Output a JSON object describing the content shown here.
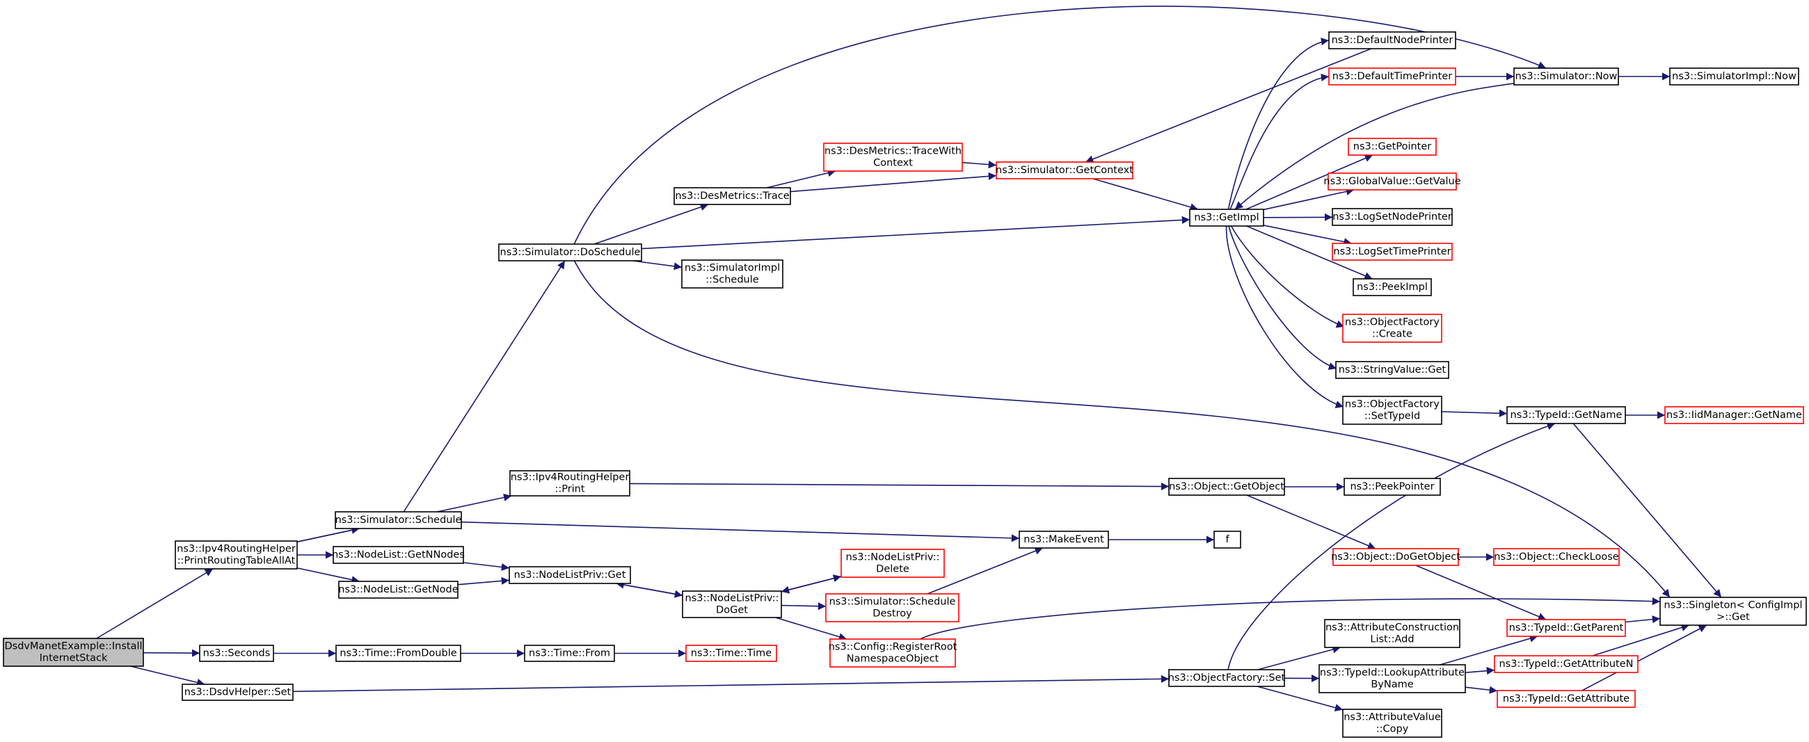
{
  "colors": {
    "edge": "#191970",
    "border_normal": "#000000",
    "border_red": "#ff0000",
    "fill_normal": "#ffffff",
    "fill_root": "#bfbfbf"
  },
  "nodes": [
    {
      "id": "root",
      "lines": [
        "DsdvManetExample::Install",
        "InternetStack"
      ],
      "style": "root"
    },
    {
      "id": "printRoutingTableAllAt",
      "lines": [
        "ns3::Ipv4RoutingHelper",
        "::PrintRoutingTableAllAt"
      ],
      "style": "normal"
    },
    {
      "id": "seconds",
      "lines": [
        "ns3::Seconds"
      ],
      "style": "normal"
    },
    {
      "id": "dsdvHelperSet",
      "lines": [
        "ns3::DsdvHelper::Set"
      ],
      "style": "normal"
    },
    {
      "id": "ipv4RoutingHelperPrint",
      "lines": [
        "ns3::Ipv4RoutingHelper",
        "::Print"
      ],
      "style": "normal"
    },
    {
      "id": "simulatorSchedule",
      "lines": [
        "ns3::Simulator::Schedule"
      ],
      "style": "normal"
    },
    {
      "id": "nodeListGetNNodes",
      "lines": [
        "ns3::NodeList::GetNNodes"
      ],
      "style": "normal"
    },
    {
      "id": "nodeListGetNode",
      "lines": [
        "ns3::NodeList::GetNode"
      ],
      "style": "normal"
    },
    {
      "id": "timeFromDouble",
      "lines": [
        "ns3::Time::FromDouble"
      ],
      "style": "normal"
    },
    {
      "id": "simulatorDoSchedule",
      "lines": [
        "ns3::Simulator::DoSchedule"
      ],
      "style": "normal"
    },
    {
      "id": "nodeListPrivGet",
      "lines": [
        "ns3::NodeListPriv::Get"
      ],
      "style": "normal"
    },
    {
      "id": "timeFrom",
      "lines": [
        "ns3::Time::From"
      ],
      "style": "normal"
    },
    {
      "id": "desMetricsTrace",
      "lines": [
        "ns3::DesMetrics::Trace"
      ],
      "style": "normal"
    },
    {
      "id": "simulatorImplSchedule",
      "lines": [
        "ns3::SimulatorImpl",
        "::Schedule"
      ],
      "style": "normal"
    },
    {
      "id": "nodeListPrivDoGet",
      "lines": [
        "ns3::NodeListPriv::",
        "DoGet"
      ],
      "style": "normal"
    },
    {
      "id": "timeTime",
      "lines": [
        "ns3::Time::Time"
      ],
      "style": "red"
    },
    {
      "id": "desMetricsTraceWithContext",
      "lines": [
        "ns3::DesMetrics::TraceWith",
        "Context"
      ],
      "style": "red"
    },
    {
      "id": "nodeListPrivDelete",
      "lines": [
        "ns3::NodeListPriv::",
        "Delete"
      ],
      "style": "red"
    },
    {
      "id": "simulatorScheduleDestroy",
      "lines": [
        "ns3::Simulator::Schedule",
        "Destroy"
      ],
      "style": "red"
    },
    {
      "id": "configRegisterRootNamespaceObject",
      "lines": [
        "ns3::Config::RegisterRoot",
        "NamespaceObject"
      ],
      "style": "red"
    },
    {
      "id": "simulatorGetContext",
      "lines": [
        "ns3::Simulator::GetContext"
      ],
      "style": "red"
    },
    {
      "id": "makeEvent",
      "lines": [
        "ns3::MakeEvent"
      ],
      "style": "normal"
    },
    {
      "id": "getImpl",
      "lines": [
        "ns3::GetImpl"
      ],
      "style": "normal"
    },
    {
      "id": "objectGetObject",
      "lines": [
        "ns3::Object::GetObject"
      ],
      "style": "normal"
    },
    {
      "id": "f",
      "lines": [
        "f"
      ],
      "style": "normal"
    },
    {
      "id": "objectDoGetObject",
      "lines": [
        "ns3::Object::DoGetObject"
      ],
      "style": "red"
    },
    {
      "id": "objectFactorySet",
      "lines": [
        "ns3::ObjectFactory::Set"
      ],
      "style": "normal"
    },
    {
      "id": "defaultNodePrinter",
      "lines": [
        "ns3::DefaultNodePrinter"
      ],
      "style": "normal"
    },
    {
      "id": "defaultTimePrinter",
      "lines": [
        "ns3::DefaultTimePrinter"
      ],
      "style": "red"
    },
    {
      "id": "getPointer",
      "lines": [
        "ns3::GetPointer"
      ],
      "style": "red"
    },
    {
      "id": "globalValueGetValue",
      "lines": [
        "ns3::GlobalValue::GetValue"
      ],
      "style": "red"
    },
    {
      "id": "logSetNodePrinter",
      "lines": [
        "ns3::LogSetNodePrinter"
      ],
      "style": "normal"
    },
    {
      "id": "logSetTimePrinter",
      "lines": [
        "ns3::LogSetTimePrinter"
      ],
      "style": "red"
    },
    {
      "id": "peekImpl",
      "lines": [
        "ns3::PeekImpl"
      ],
      "style": "normal"
    },
    {
      "id": "objectFactoryCreate",
      "lines": [
        "ns3::ObjectFactory",
        "::Create"
      ],
      "style": "red"
    },
    {
      "id": "stringValueGet",
      "lines": [
        "ns3::StringValue::Get"
      ],
      "style": "normal"
    },
    {
      "id": "objectFactorySetTypeId",
      "lines": [
        "ns3::ObjectFactory",
        "::SetTypeId"
      ],
      "style": "normal"
    },
    {
      "id": "peekPointer",
      "lines": [
        "ns3::PeekPointer"
      ],
      "style": "normal"
    },
    {
      "id": "objectCheckLoose",
      "lines": [
        "ns3::Object::CheckLoose"
      ],
      "style": "red"
    },
    {
      "id": "attributeConstructionListAdd",
      "lines": [
        "ns3::AttributeConstruction",
        "List::Add"
      ],
      "style": "normal"
    },
    {
      "id": "typeIdLookupAttributeByName",
      "lines": [
        "ns3::TypeId::LookupAttribute",
        "ByName"
      ],
      "style": "normal"
    },
    {
      "id": "attributeValueCopy",
      "lines": [
        "ns3::AttributeValue",
        "::Copy"
      ],
      "style": "normal"
    },
    {
      "id": "simulatorNow",
      "lines": [
        "ns3::Simulator::Now"
      ],
      "style": "normal"
    },
    {
      "id": "typeIdGetName",
      "lines": [
        "ns3::TypeId::GetName"
      ],
      "style": "normal"
    },
    {
      "id": "typeIdGetParent",
      "lines": [
        "ns3::TypeId::GetParent"
      ],
      "style": "red"
    },
    {
      "id": "typeIdGetAttributeN",
      "lines": [
        "ns3::TypeId::GetAttributeN"
      ],
      "style": "red"
    },
    {
      "id": "typeIdGetAttribute",
      "lines": [
        "ns3::TypeId::GetAttribute"
      ],
      "style": "red"
    },
    {
      "id": "simulatorImplNow",
      "lines": [
        "ns3::SimulatorImpl::Now"
      ],
      "style": "normal"
    },
    {
      "id": "iidManagerGetName",
      "lines": [
        "ns3::IidManager::GetName"
      ],
      "style": "red"
    },
    {
      "id": "singletonGet",
      "lines": [
        "ns3::Singleton< ConfigImpl",
        " >::Get"
      ],
      "style": "normal"
    }
  ],
  "edges": [
    [
      "root",
      "printRoutingTableAllAt"
    ],
    [
      "root",
      "seconds"
    ],
    [
      "root",
      "dsdvHelperSet"
    ],
    [
      "printRoutingTableAllAt",
      "ipv4RoutingHelperPrint"
    ],
    [
      "printRoutingTableAllAt",
      "simulatorSchedule"
    ],
    [
      "printRoutingTableAllAt",
      "nodeListGetNNodes"
    ],
    [
      "printRoutingTableAllAt",
      "nodeListGetNode"
    ],
    [
      "seconds",
      "timeFromDouble"
    ],
    [
      "dsdvHelperSet",
      "objectFactorySet"
    ],
    [
      "ipv4RoutingHelperPrint",
      "objectGetObject"
    ],
    [
      "simulatorSchedule",
      "simulatorDoSchedule"
    ],
    [
      "simulatorSchedule",
      "makeEvent"
    ],
    [
      "nodeListGetNNodes",
      "nodeListPrivGet"
    ],
    [
      "nodeListGetNode",
      "nodeListPrivGet"
    ],
    [
      "timeFromDouble",
      "timeFrom"
    ],
    [
      "simulatorDoSchedule",
      "desMetricsTrace"
    ],
    [
      "simulatorDoSchedule",
      "simulatorImplSchedule"
    ],
    [
      "simulatorDoSchedule",
      "getImpl"
    ],
    [
      "simulatorDoSchedule",
      "simulatorNow"
    ],
    [
      "simulatorDoSchedule",
      "singletonGet"
    ],
    [
      "nodeListPrivGet",
      "nodeListPrivDoGet"
    ],
    [
      "timeFrom",
      "timeTime"
    ],
    [
      "desMetricsTrace",
      "desMetricsTraceWithContext"
    ],
    [
      "desMetricsTrace",
      "simulatorGetContext"
    ],
    [
      "nodeListPrivDoGet",
      "nodeListPrivGet"
    ],
    [
      "nodeListPrivDoGet",
      "nodeListPrivDelete"
    ],
    [
      "nodeListPrivDoGet",
      "simulatorScheduleDestroy"
    ],
    [
      "nodeListPrivDoGet",
      "configRegisterRootNamespaceObject"
    ],
    [
      "nodeListPrivDelete",
      "nodeListPrivDoGet"
    ],
    [
      "desMetricsTraceWithContext",
      "simulatorGetContext"
    ],
    [
      "simulatorScheduleDestroy",
      "makeEvent"
    ],
    [
      "configRegisterRootNamespaceObject",
      "singletonGet"
    ],
    [
      "simulatorGetContext",
      "getImpl"
    ],
    [
      "makeEvent",
      "f"
    ],
    [
      "getImpl",
      "defaultNodePrinter"
    ],
    [
      "getImpl",
      "defaultTimePrinter"
    ],
    [
      "getImpl",
      "getPointer"
    ],
    [
      "getImpl",
      "globalValueGetValue"
    ],
    [
      "getImpl",
      "logSetNodePrinter"
    ],
    [
      "getImpl",
      "logSetTimePrinter"
    ],
    [
      "getImpl",
      "peekImpl"
    ],
    [
      "getImpl",
      "objectFactoryCreate"
    ],
    [
      "getImpl",
      "stringValueGet"
    ],
    [
      "getImpl",
      "objectFactorySetTypeId"
    ],
    [
      "objectGetObject",
      "peekPointer"
    ],
    [
      "objectGetObject",
      "objectDoGetObject"
    ],
    [
      "objectDoGetObject",
      "objectCheckLoose"
    ],
    [
      "objectDoGetObject",
      "typeIdGetParent"
    ],
    [
      "objectFactorySet",
      "attributeConstructionListAdd"
    ],
    [
      "objectFactorySet",
      "typeIdLookupAttributeByName"
    ],
    [
      "objectFactorySet",
      "attributeValueCopy"
    ],
    [
      "objectFactorySet",
      "typeIdGetName"
    ],
    [
      "defaultNodePrinter",
      "simulatorGetContext"
    ],
    [
      "defaultTimePrinter",
      "simulatorNow"
    ],
    [
      "objectFactorySetTypeId",
      "typeIdGetName"
    ],
    [
      "typeIdLookupAttributeByName",
      "typeIdGetParent"
    ],
    [
      "typeIdLookupAttributeByName",
      "typeIdGetAttributeN"
    ],
    [
      "typeIdLookupAttributeByName",
      "typeIdGetAttribute"
    ],
    [
      "simulatorNow",
      "simulatorImplNow"
    ],
    [
      "simulatorNow",
      "getImpl"
    ],
    [
      "typeIdGetName",
      "iidManagerGetName"
    ],
    [
      "typeIdGetName",
      "singletonGet"
    ],
    [
      "typeIdGetParent",
      "singletonGet"
    ],
    [
      "typeIdGetAttributeN",
      "singletonGet"
    ],
    [
      "typeIdGetAttribute",
      "singletonGet"
    ]
  ]
}
